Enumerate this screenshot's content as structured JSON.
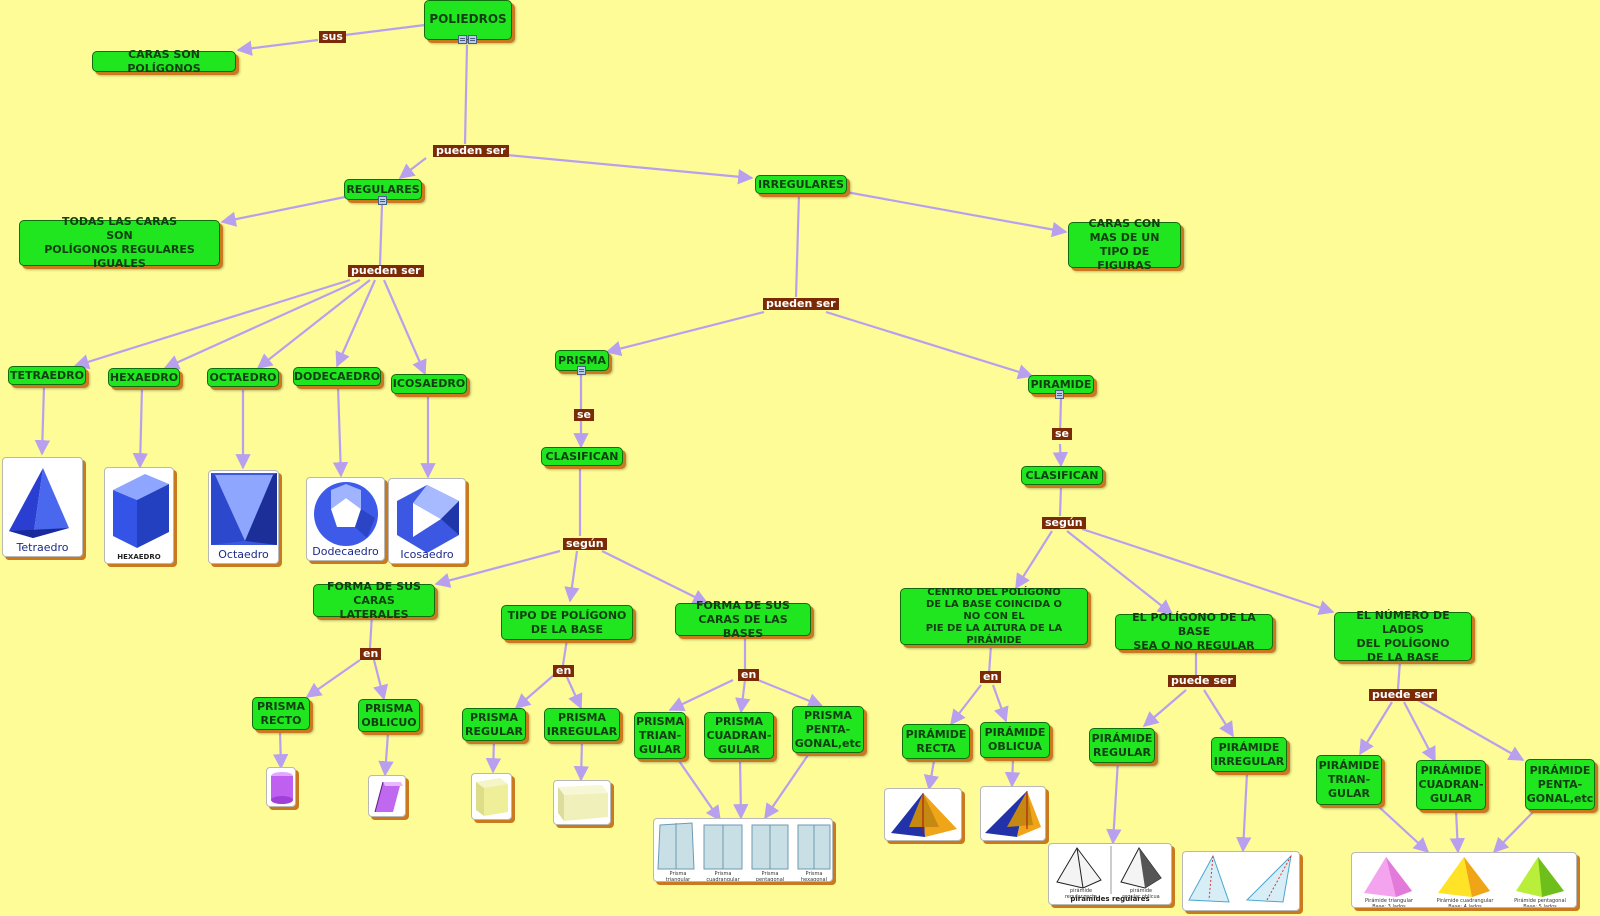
{
  "colors": {
    "background": "#fdfc97",
    "node": "#1fe61f",
    "link_label_bg": "#7a2b06",
    "arrow": "#b9a0ef"
  },
  "nodes": {
    "poliedros": "POLIEDROS",
    "caras_poligonos": "CARAS SON POLÍGONOS",
    "regulares": "REGULARES",
    "irregulares": "IRREGULARES",
    "todas_caras": "TODAS LAS CARAS\nSON\nPOLÍGONOS REGULARES IGUALES",
    "caras_con": "CARAS CON\nMAS DE UN\nTIPO DE FIGURAS",
    "tetraedro": "TETRAEDRO",
    "hexaedro": "HEXAEDRO",
    "octaedro": "OCTAEDRO",
    "dodecaedro": "DODECAEDRO",
    "icosaedro": "ICOSAEDRO",
    "prisma": "PRISMA",
    "piramide": "PIRAMIDE",
    "clasifican_prisma": "CLASIFICAN",
    "clasifican_piramide": "CLASIFICAN",
    "forma_caras_laterales": "FORMA DE SUS\nCARAS LATERALES",
    "tipo_poligono_base": "TIPO DE POLÍGONO\nDE LA BASE",
    "forma_caras_bases": "FORMA DE SUS\nCARAS  DE LAS BASES",
    "centro_poligono": "CENTRO DEL POLÍGONO\nDE LA BASE COINCIDA O\nNO CON EL\nPIE DE LA ALTURA DE LA PIRÁMIDE",
    "poligono_base_regular": "EL POLÍGONO DE LA BASE\nSEA O NO REGULAR",
    "numero_lados": "EL NÚMERO DE LADOS\nDEL POLÍGONO\nDE LA BASE",
    "prisma_recto": "PRISMA\nRECTO",
    "prisma_oblicuo": "PRISMA\nOBLICUO",
    "prisma_regular": "PRISMA\nREGULAR",
    "prisma_irregular": "PRISMA\nIRREGULAR",
    "prisma_triangular": "PRISMA\nTRIAN-\nGULAR",
    "prisma_cuadrangular": "PRISMA\nCUADRAN-\nGULAR",
    "prisma_pentagonal": "PRISMA\nPENTA-\nGONAL,etc",
    "piramide_recta": "PIRÁMIDE\nRECTA",
    "piramide_oblicua": "PIRÁMIDE\nOBLICUA",
    "piramide_regular": "PIRÁMIDE\nREGULAR",
    "piramide_irregular": "PIRÁMIDE\nIRREGULAR",
    "piramide_triangular": "PIRÁMIDE\nTRIAN-\nGULAR",
    "piramide_cuadrangular": "PIRÁMIDE\nCUADRAN-\nGULAR",
    "piramide_pentagonal": "PIRÁMIDE\nPENTA-\nGONAL,etc"
  },
  "link_labels": {
    "sus": "sus",
    "pueden_ser_top": "pueden ser",
    "pueden_ser_regulares": "pueden ser",
    "pueden_ser_irregulares": "pueden ser",
    "se_prisma": "se",
    "se_piramide": "se",
    "segun_prisma": "según",
    "segun_piramide": "según",
    "en_laterales": "en",
    "en_tipo": "en",
    "en_bases": "en",
    "en_centro": "en",
    "puede_ser_base": "puede ser",
    "puede_ser_lados": "puede ser"
  },
  "image_captions": {
    "tetraedro": "Tetraedro",
    "hexaedro": "HEXAEDRO",
    "octaedro": "Octaedro",
    "dodecaedro": "Dodecaedro",
    "icosaedro": "Icosaedro",
    "piramides_regulares": "pirámides regulares"
  }
}
